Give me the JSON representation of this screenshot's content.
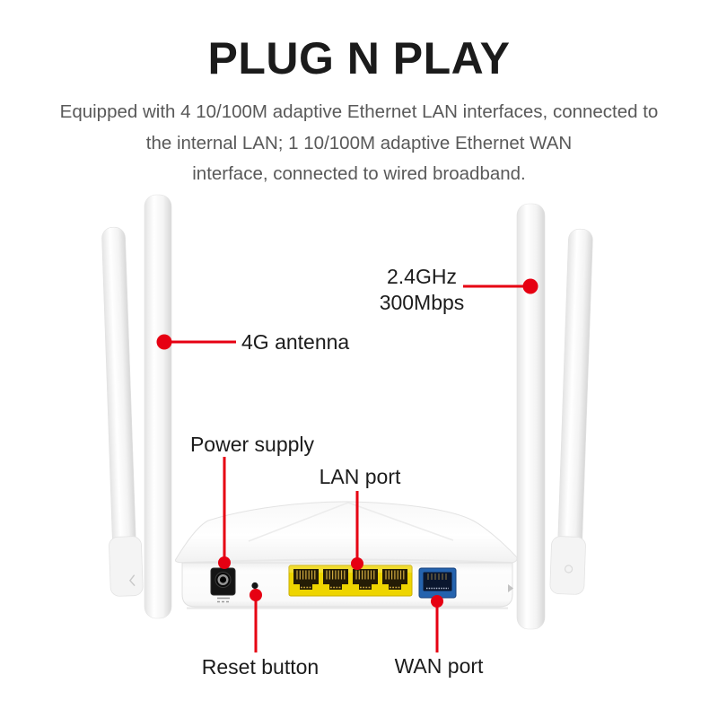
{
  "title": "PLUG N PLAY",
  "description": {
    "line1": "Equipped with 4 10/100M adaptive Ethernet LAN interfaces, connected to",
    "line2": "the internal LAN; 1 10/100M adaptive Ethernet WAN",
    "line3": "interface, connected to wired broadband."
  },
  "callouts": {
    "wifi": {
      "line1": "2.4GHz",
      "line2": "300Mbps"
    },
    "antenna_4g": {
      "label": "4G antenna"
    },
    "power": {
      "label": "Power supply"
    },
    "lan": {
      "label": "LAN port"
    },
    "reset": {
      "label": "Reset button"
    },
    "wan": {
      "label": "WAN port"
    }
  },
  "device": {
    "antenna_count": 4,
    "lan_port_count": 4,
    "wan_port_count": 1
  },
  "colors": {
    "accent": "#e60012",
    "lan-yellow": "#eed500",
    "wan-blue": "#2563ae",
    "title": "#1b1b1b",
    "body-text": "#595959",
    "label-text": "#1c1c1c"
  }
}
